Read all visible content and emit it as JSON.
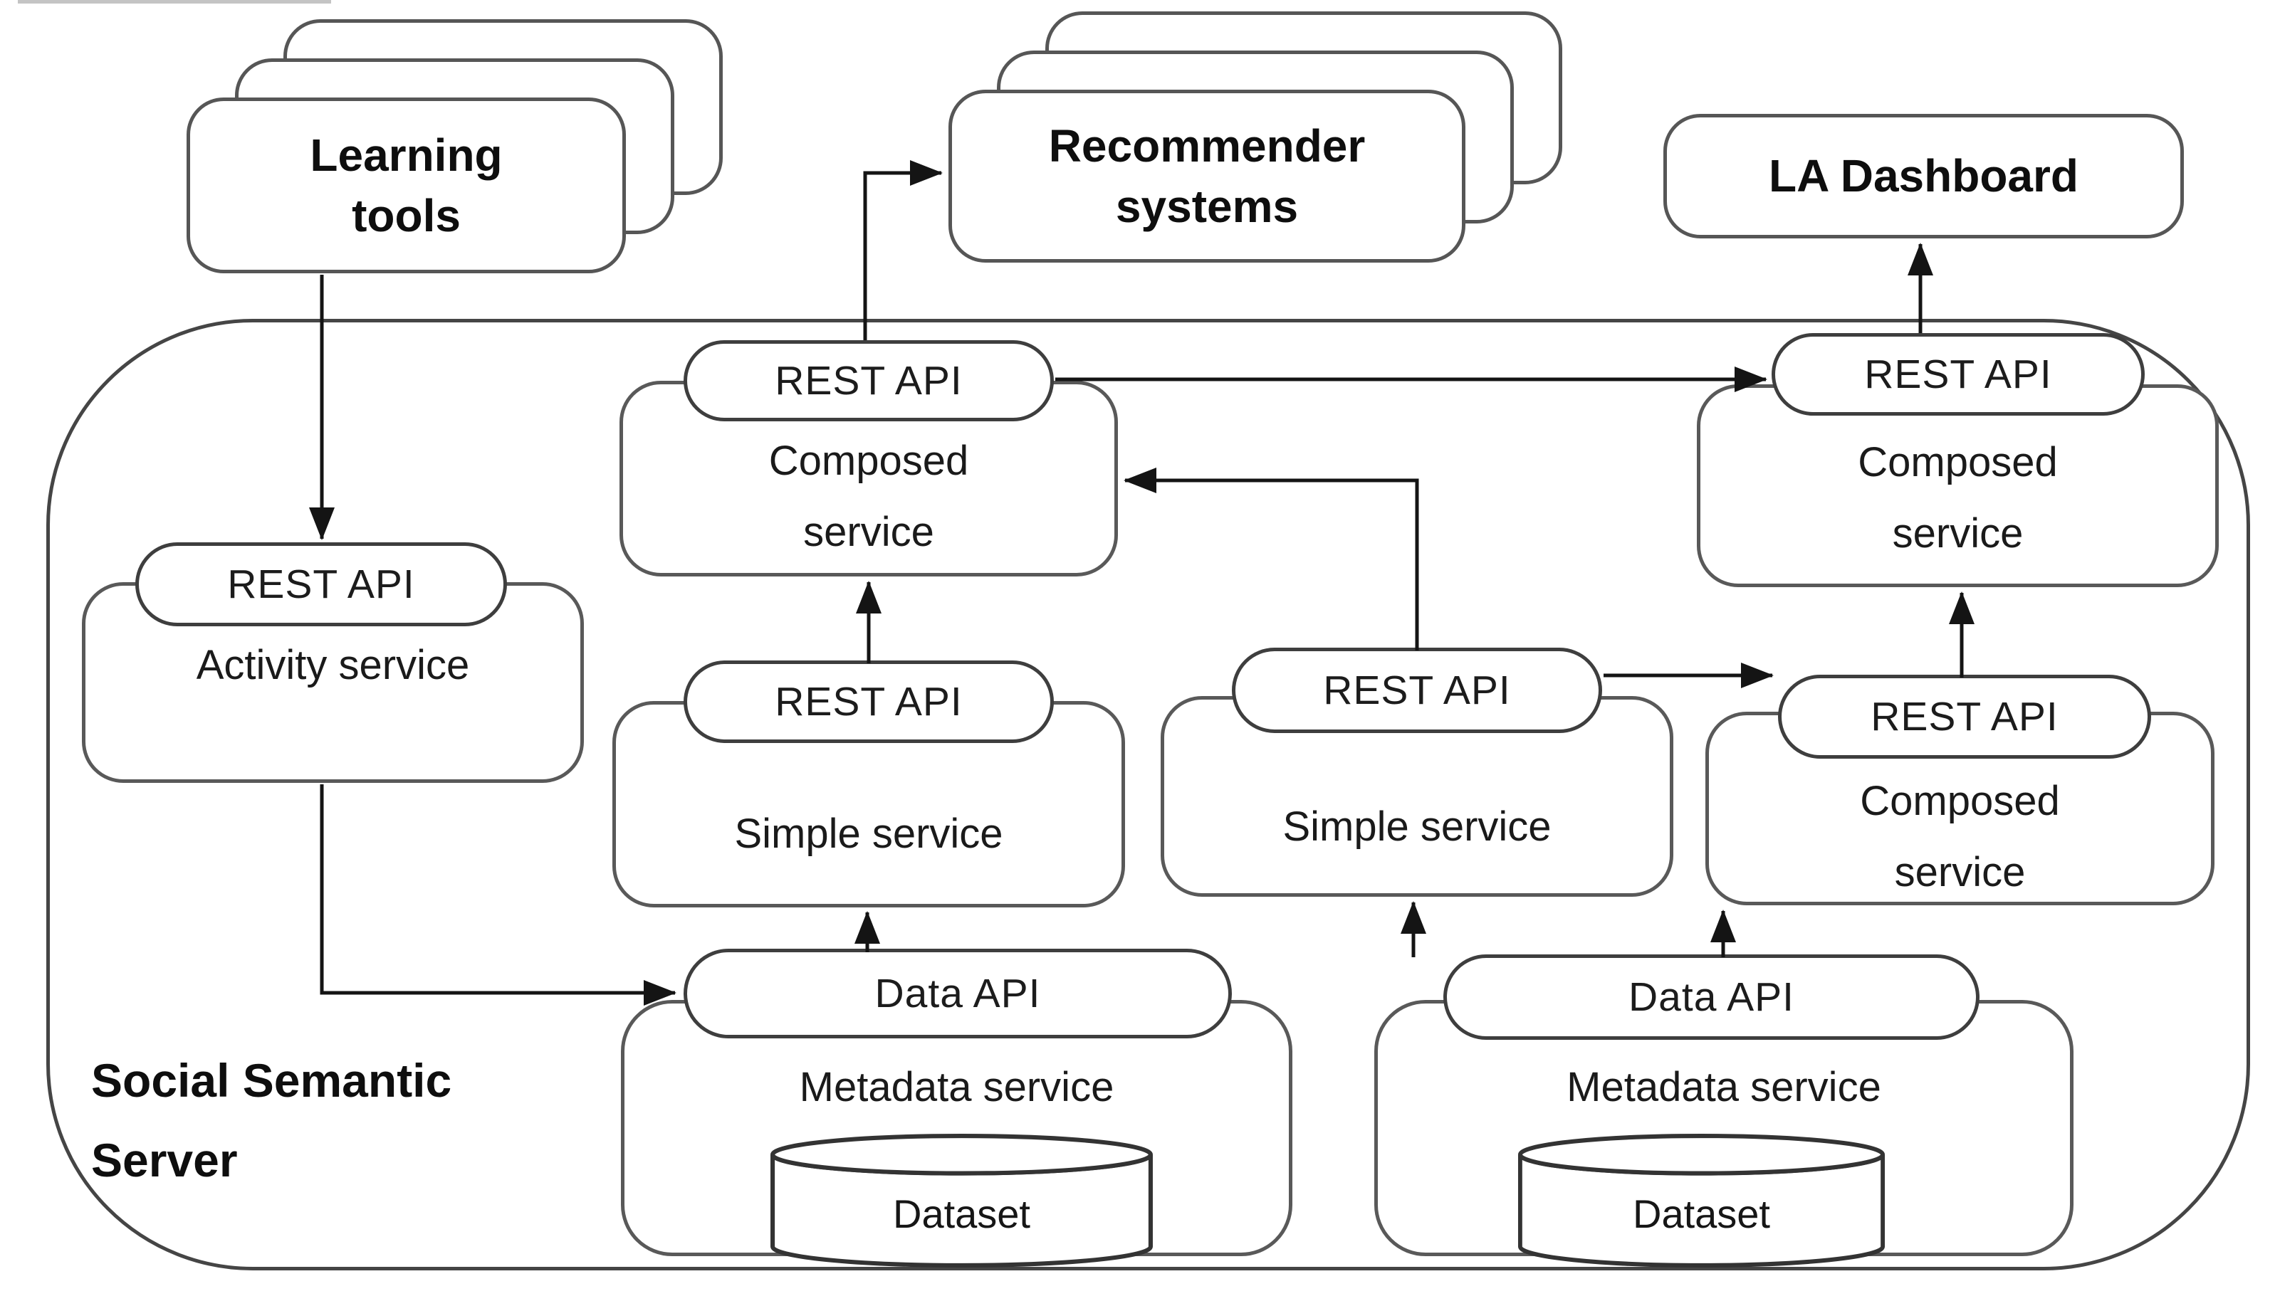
{
  "external": {
    "learning_tools": {
      "label": "Learning tools"
    },
    "recommender_systems": {
      "label": "Recommender systems"
    },
    "la_dashboard": {
      "label": "LA Dashboard"
    }
  },
  "server": {
    "label": "Social Semantic Server",
    "services": {
      "activity": {
        "api": "REST API",
        "name": "Activity service"
      },
      "composed_top": {
        "api": "REST API",
        "name": "Composed service"
      },
      "simple_center": {
        "api": "REST API",
        "name": "Simple service"
      },
      "simple_right": {
        "api": "REST API",
        "name": "Simple service"
      },
      "composed_top_right": {
        "api": "REST API",
        "name": "Composed service"
      },
      "composed_mid_right": {
        "api": "REST API",
        "name": "Composed service"
      },
      "metadata_left": {
        "api": "Data API",
        "name": "Metadata service",
        "dataset": "Dataset"
      },
      "metadata_right": {
        "api": "Data API",
        "name": "Metadata service",
        "dataset": "Dataset"
      }
    }
  },
  "colors": {
    "background": "#ffffff",
    "box_border": "#565656",
    "container_border": "#454545",
    "arrow": "#141414",
    "text": "#141414"
  }
}
